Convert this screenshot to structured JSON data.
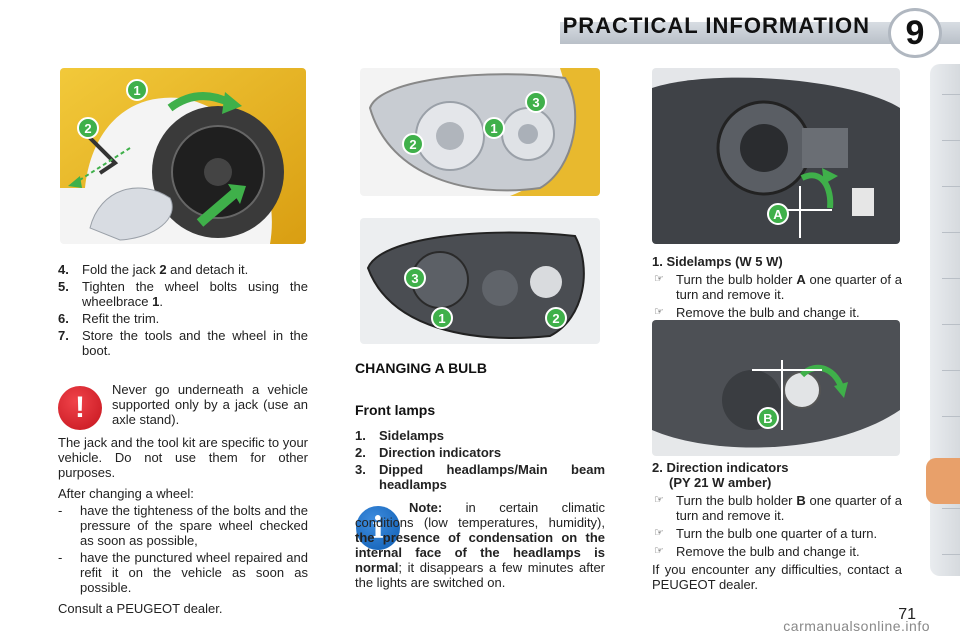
{
  "header": {
    "title": "PRACTICAL INFORMATION",
    "chapter": "9"
  },
  "images": {
    "wheel": {
      "callouts": [
        "1",
        "2"
      ]
    },
    "headlamp_front": {
      "callouts": [
        "3",
        "1",
        "2"
      ]
    },
    "headlamp_rear": {
      "callouts": [
        "3",
        "1",
        "2"
      ]
    },
    "sidelamp": {
      "callouts": [
        "A"
      ]
    },
    "indicator": {
      "callouts": [
        "B"
      ]
    }
  },
  "steps": [
    {
      "num": "4.",
      "parts": [
        "Fold the jack ",
        "2",
        " and detach it."
      ]
    },
    {
      "num": "5.",
      "parts": [
        "Tighten the wheel bolts using the wheelbrace ",
        "1",
        "."
      ]
    },
    {
      "num": "6.",
      "parts": [
        "Refit the trim.",
        "",
        ""
      ]
    },
    {
      "num": "7.",
      "parts": [
        "Store the tools and the wheel in the boot.",
        "",
        ""
      ]
    }
  ],
  "warning": {
    "icon": "exclamation-icon",
    "text": "Never go underneath a vehicle supported only by a jack (use an axle stand)."
  },
  "jack_note": "The jack and the tool kit are specific to your vehicle. Do not use them for other purposes.",
  "after_change": {
    "intro": "After changing a wheel:",
    "items": [
      "have the tighteness of the bolts and the pressure of the spare wheel checked as soon as possible,",
      "have the punctured wheel repaired and refit it on the vehicle as soon as possible."
    ],
    "outro": "Consult a PEUGEOT dealer."
  },
  "bulb": {
    "title": "CHANGING A BULB",
    "subtitle": "Front lamps",
    "items": [
      {
        "num": "1.",
        "text": "Sidelamps"
      },
      {
        "num": "2.",
        "text": "Direction indicators"
      },
      {
        "num": "3.",
        "text": "Dipped headlamps/Main beam headlamps"
      }
    ],
    "note": {
      "icon": "info-icon",
      "label": "Note:",
      "text1": " in certain climatic conditions (low temperatures, humidity), ",
      "bold": "the presence of condensation on the internal face of the headlamps is normal",
      "text2": "; it disappears a few minutes after the lights are switched on."
    }
  },
  "sidelamps": {
    "title": "1. Sidelamps (W 5 W)",
    "steps": [
      {
        "parts": [
          "Turn the bulb holder ",
          "A",
          " one quarter of a turn and remove it."
        ]
      },
      {
        "parts": [
          "Remove the bulb and change it.",
          "",
          ""
        ]
      }
    ]
  },
  "indicators": {
    "title_line1": "2. Direction indicators",
    "title_line2": "(PY 21 W amber)",
    "steps": [
      {
        "parts": [
          "Turn the bulb holder ",
          "B",
          " one quarter of a turn and remove it."
        ]
      },
      {
        "parts": [
          "Turn the bulb one quarter of a turn.",
          "",
          ""
        ]
      },
      {
        "parts": [
          "Remove the bulb and change it.",
          "",
          ""
        ]
      }
    ],
    "outro": "If you encounter any difficulties, contact a PEUGEOT dealer."
  },
  "footer": {
    "page_number": "71",
    "watermark": "carmanualsonline.info"
  }
}
